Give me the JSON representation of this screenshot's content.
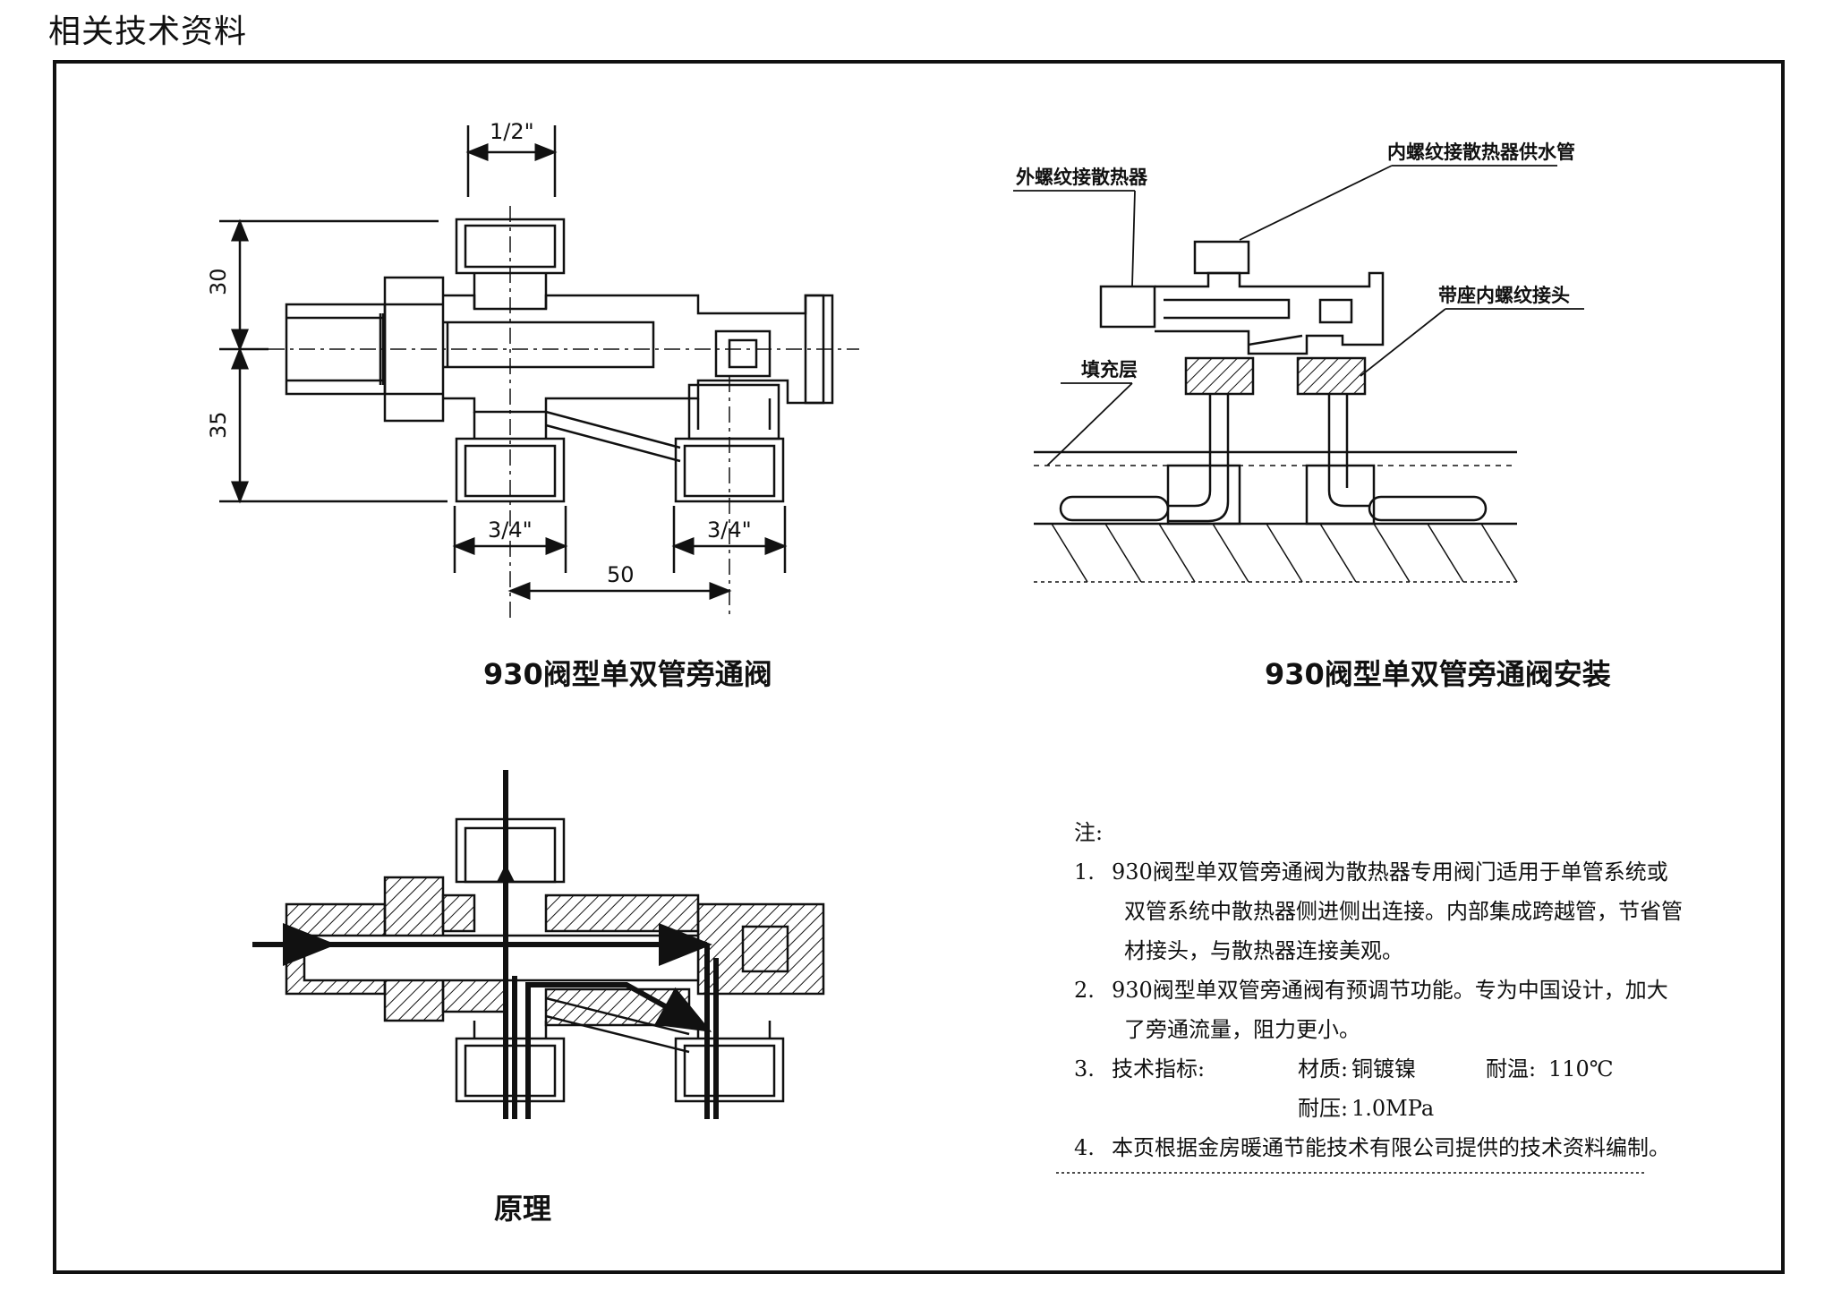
{
  "page_header": "相关技术资料",
  "figures": {
    "valve": {
      "caption": "930阀型单双管旁通阀",
      "dims": {
        "top_size": "1/2\"",
        "height_upper": "30",
        "height_lower": "35",
        "left_bottom": "3/4\"",
        "right_bottom": "3/4\"",
        "spacing": "50"
      }
    },
    "install": {
      "caption": "930阀型单双管旁通阀安装",
      "labels": {
        "radiator_male": "外螺纹接散热器",
        "supply_female": "内螺纹接散热器供水管",
        "seat_female": "带座内螺纹接头",
        "fill_layer": "填充层"
      }
    },
    "principle": {
      "caption": "原理"
    }
  },
  "notes": {
    "title": "注:",
    "items": [
      {
        "num": "1.",
        "lines": [
          "930阀型单双管旁通阀为散热器专用阀门适用于单管系统或",
          "双管系统中散热器侧进侧出连接。内部集成跨越管，节省管",
          "材接头，与散热器连接美观。"
        ]
      },
      {
        "num": "2.",
        "lines": [
          "930阀型单双管旁通阀有预调节功能。专为中国设计，加大",
          "了旁通流量，阻力更小。"
        ]
      }
    ],
    "tech": {
      "num": "3.",
      "label": "技术指标:",
      "material_label": "材质:",
      "material": "铜镀镍",
      "temp_label": "耐温:",
      "temp": "110℃",
      "pressure_label": "耐压:",
      "pressure": "1.0MPa"
    },
    "source": {
      "num": "4.",
      "text": "本页根据金房暖通节能技术有限公司提供的技术资料编制。"
    }
  }
}
